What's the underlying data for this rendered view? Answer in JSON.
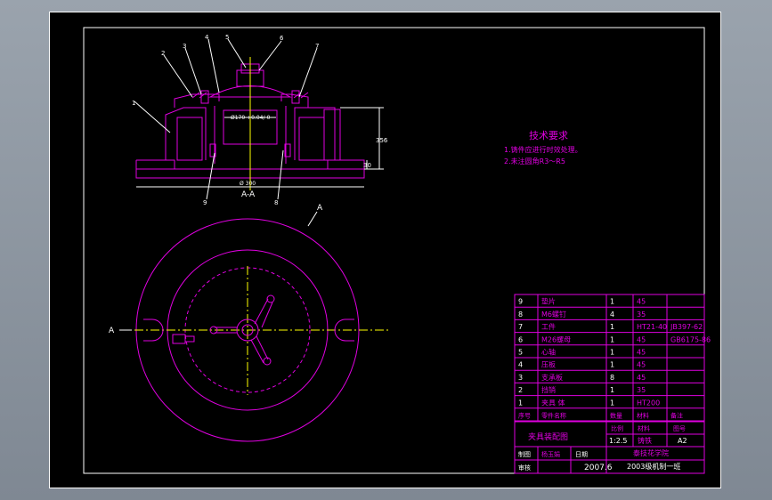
{
  "colors": {
    "background": "#000000",
    "line_primary": "#e000e0",
    "line_secondary": "#ffffff",
    "line_accent": "#ffff00",
    "text_primary": "#e000e0",
    "text_secondary": "#ffffff"
  },
  "section_view": {
    "title": "A-A",
    "balloons": [
      "1",
      "2",
      "3",
      "4",
      "5",
      "6",
      "7",
      "8",
      "9"
    ],
    "dim_bore": "Ø170 +0.04/-0",
    "dim_base": "Ø 300",
    "dim_height": "356",
    "dim_step": "30"
  },
  "plan_view": {
    "section_arrow_label": "A",
    "axis_label_left": "A"
  },
  "requirements": {
    "heading": "技术要求",
    "items": [
      "1.铸件应进行时效处理。",
      "2.未注圆角R3～R5"
    ]
  },
  "bom": {
    "rows": [
      {
        "no": "9",
        "name": "垫片",
        "qty": "1",
        "material": "45",
        "note": ""
      },
      {
        "no": "8",
        "name": "M6螺钉",
        "qty": "4",
        "material": "35",
        "note": ""
      },
      {
        "no": "7",
        "name": "工件",
        "qty": "1",
        "material": "HT21-40",
        "note": "JB397-62"
      },
      {
        "no": "6",
        "name": "M26螺母",
        "qty": "1",
        "material": "45",
        "note": "GB6175-86"
      },
      {
        "no": "5",
        "name": "心轴",
        "qty": "1",
        "material": "45",
        "note": ""
      },
      {
        "no": "4",
        "name": "压板",
        "qty": "1",
        "material": "45",
        "note": ""
      },
      {
        "no": "3",
        "name": "支承板",
        "qty": "8",
        "material": "45",
        "note": ""
      },
      {
        "no": "2",
        "name": "挡销",
        "qty": "1",
        "material": "35",
        "note": ""
      },
      {
        "no": "1",
        "name": "夹具 体",
        "qty": "1",
        "material": "HT200",
        "note": ""
      }
    ],
    "header": {
      "no": "序号",
      "name": "零件名称",
      "qty": "数量",
      "material": "材料",
      "note": "备注"
    }
  },
  "title_block": {
    "drawing_name": "夹具装配图",
    "scale_label": "比例",
    "material_label": "材料",
    "drawing_no_label": "图号",
    "scale_value": "1:2.5",
    "material_value": "铸铁",
    "size_value": "A2",
    "drawn_label": "制图",
    "drawn_name": "杨玉娟",
    "date_label": "日期",
    "date_value": "2007.6",
    "checked_label": "审核",
    "school": "泰技花学院",
    "class": "2003级机制一班"
  }
}
